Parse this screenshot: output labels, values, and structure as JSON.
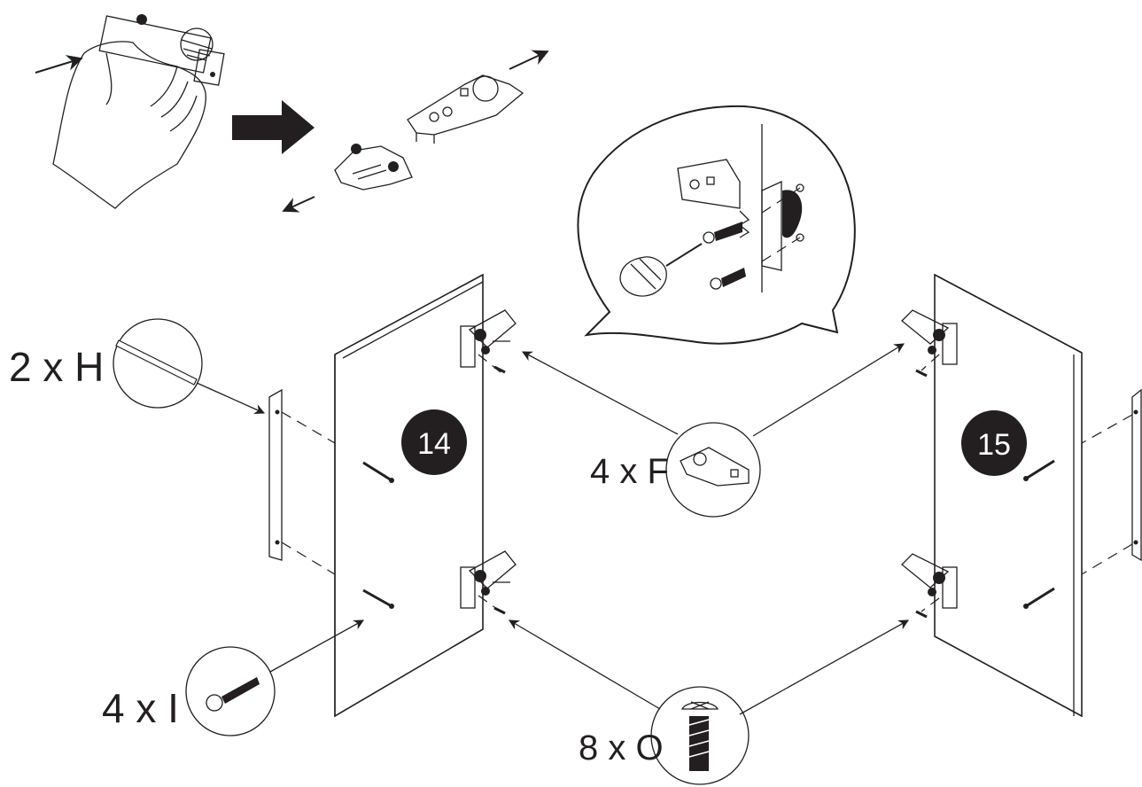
{
  "steps": [
    {
      "number": "14"
    },
    {
      "number": "15"
    }
  ],
  "parts": {
    "H": {
      "label": "2 x H"
    },
    "F": {
      "label": "4 x F"
    },
    "I": {
      "label": "4 x I"
    },
    "O": {
      "label": "8 x O"
    }
  },
  "colors": {
    "ink": "#231f20",
    "paper": "#ffffff"
  }
}
